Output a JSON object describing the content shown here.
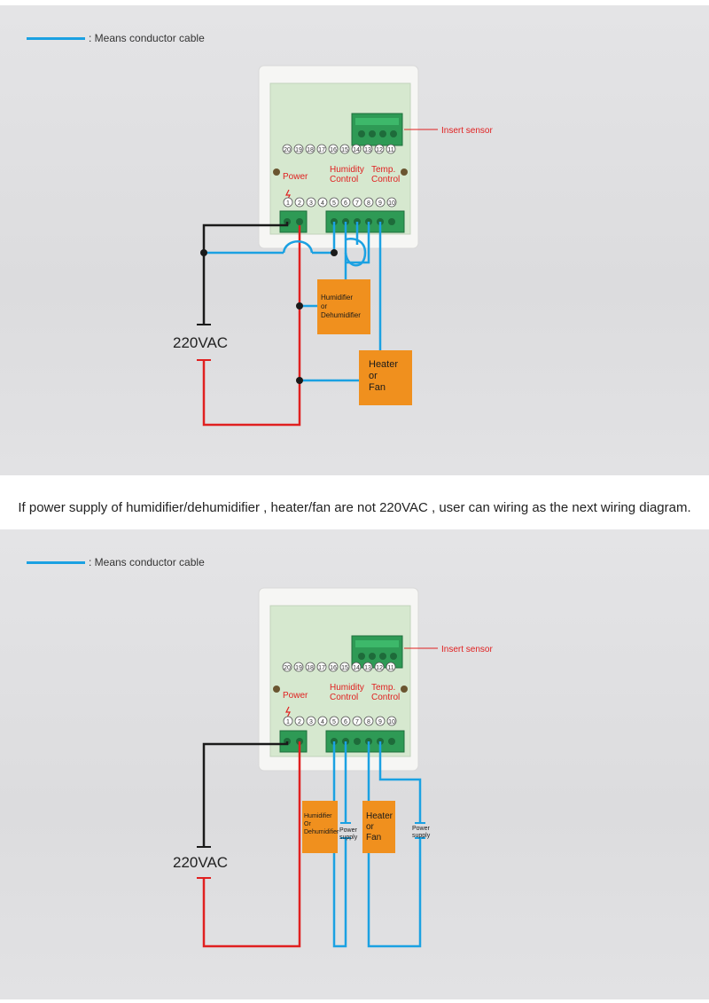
{
  "legend": {
    "text": ": Means conductor cable"
  },
  "note": "If power supply of humidifier/dehumidifier , heater/fan are not 220VAC , user can wiring as the next wiring diagram.",
  "device": {
    "insert_sensor": "Insert sensor",
    "power": "Power",
    "humidity_1": "Humidity",
    "humidity_2": "Control",
    "temp_1": "Temp.",
    "temp_2": "Control",
    "top_terminals": [
      "20",
      "19",
      "18",
      "17",
      "16",
      "15",
      "14",
      "13",
      "12",
      "11"
    ],
    "bottom_terminals": [
      "1",
      "2",
      "3",
      "4",
      "5",
      "6",
      "7",
      "8",
      "9",
      "10"
    ]
  },
  "top": {
    "voltage": "220VAC",
    "humidifier_1": "Humidifier",
    "humidifier_2": "or",
    "humidifier_3": "Dehumidifier",
    "heater_1": "Heater",
    "heater_2": "or",
    "heater_3": "Fan"
  },
  "bottom": {
    "voltage": "220VAC",
    "humidifier_1": "Humidifier",
    "humidifier_2": "Or",
    "humidifier_3": "Dehumidifier",
    "heater_1": "Heater",
    "heater_2": "or",
    "heater_3": "Fan",
    "ps1_1": "Power",
    "ps1_2": "supply",
    "ps2_1": "Power",
    "ps2_2": "supply"
  },
  "colors": {
    "cable": "#1ba1e2",
    "live": "#e02020",
    "neutral": "#1a1a1a",
    "load": "#f0901e",
    "board": "#d9ead3"
  }
}
